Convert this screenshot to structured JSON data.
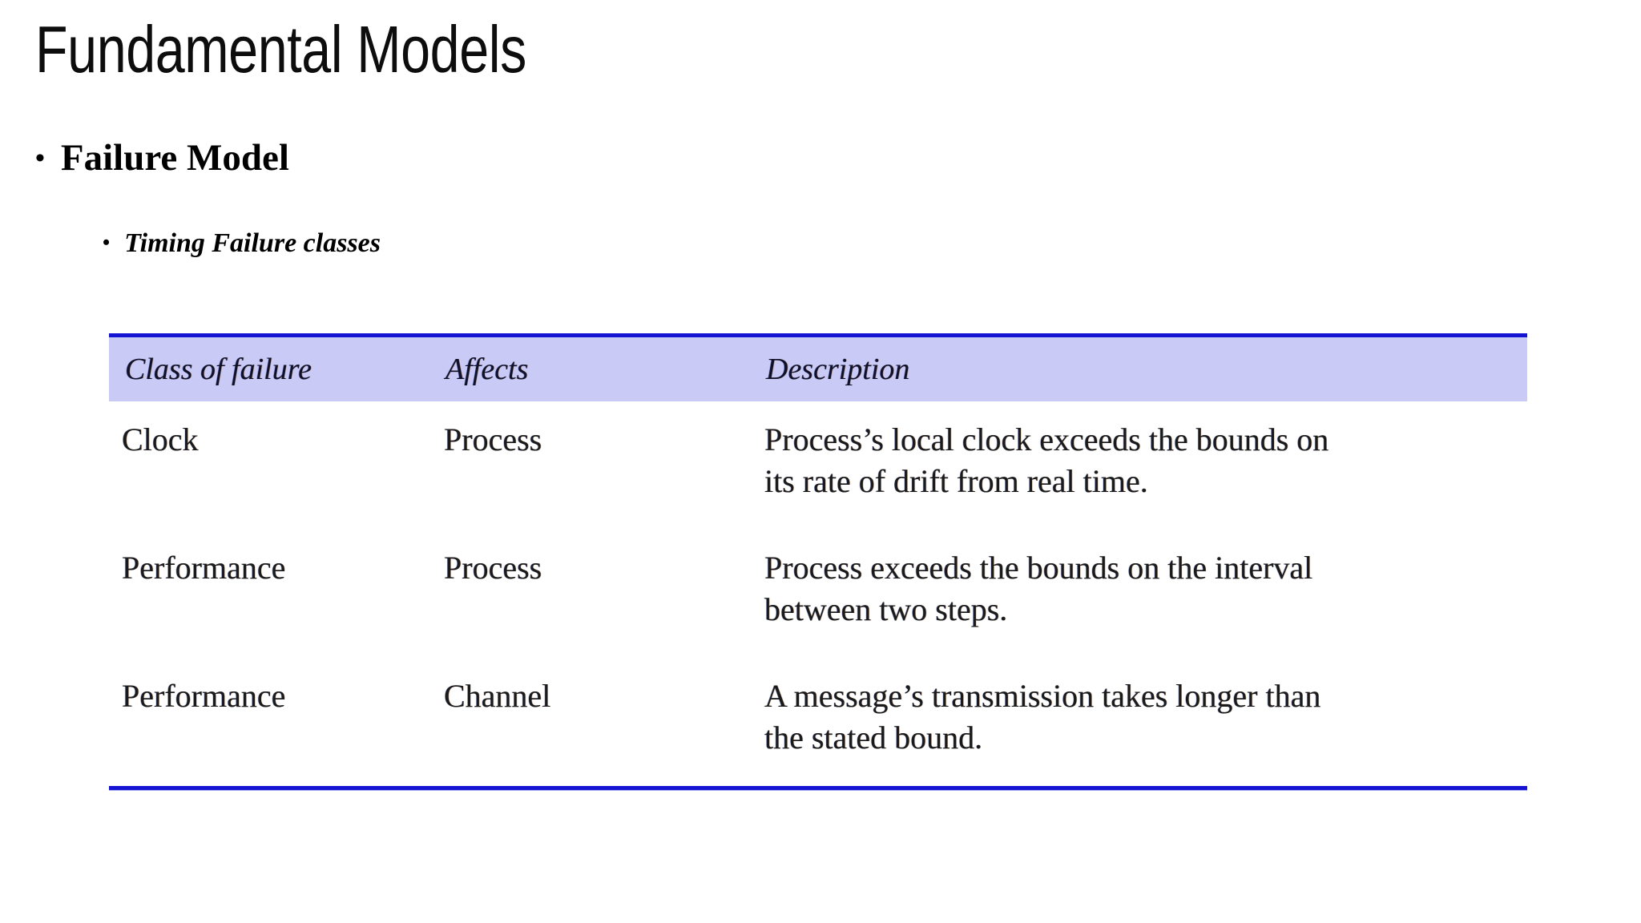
{
  "slide": {
    "title": "Fundamental Models",
    "bullet_glyph": "•",
    "bullets": [
      {
        "level": 1,
        "text": "Failure Model"
      },
      {
        "level": 2,
        "text": "Timing Failure classes"
      }
    ]
  },
  "table": {
    "caption": "Timing Failure classes",
    "header_bg": "#c9caf5",
    "rule_color": "#1414d2",
    "columns": [
      "Class of failure",
      "Affects",
      "Description"
    ],
    "rows": [
      {
        "class_of_failure": "Clock",
        "affects": "Process",
        "description_lines": [
          "Process’s local clock exceeds the bounds on",
          "its rate of drift from real time."
        ]
      },
      {
        "class_of_failure": "Performance",
        "affects": "Process",
        "description_lines": [
          "Process exceeds the bounds on the interval",
          "between two steps."
        ]
      },
      {
        "class_of_failure": "Performance",
        "affects": "Channel",
        "description_lines": [
          "A message’s transmission takes longer than",
          "the stated bound."
        ]
      }
    ]
  }
}
